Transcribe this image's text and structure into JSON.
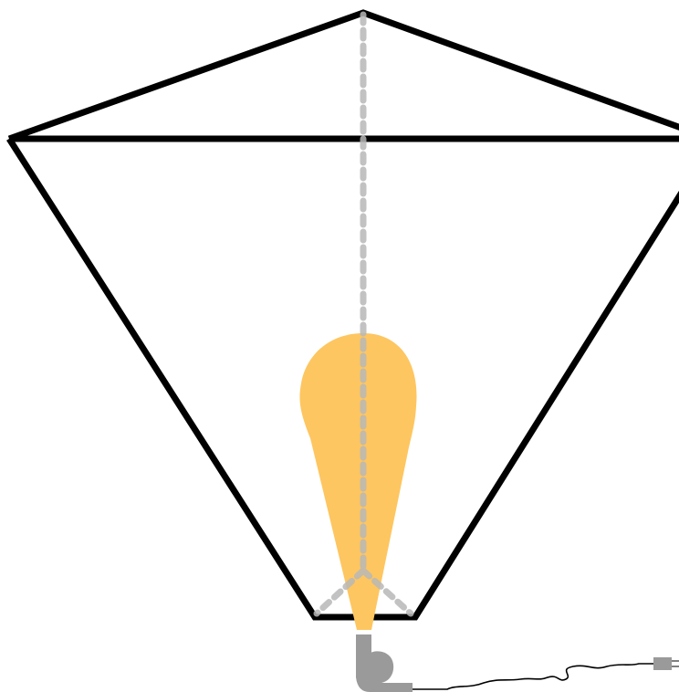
{
  "diagram": {
    "components": [
      "pyramid-roof",
      "balloon-envelope",
      "center-axis",
      "flame",
      "burner",
      "fuel-hose",
      "fuel-connector"
    ]
  },
  "colors": {
    "outline": "#000000",
    "flame": "#fec660",
    "guide_dash": "#b8b8b8",
    "burner": "#9a9a9a",
    "background": "#ffffff"
  }
}
